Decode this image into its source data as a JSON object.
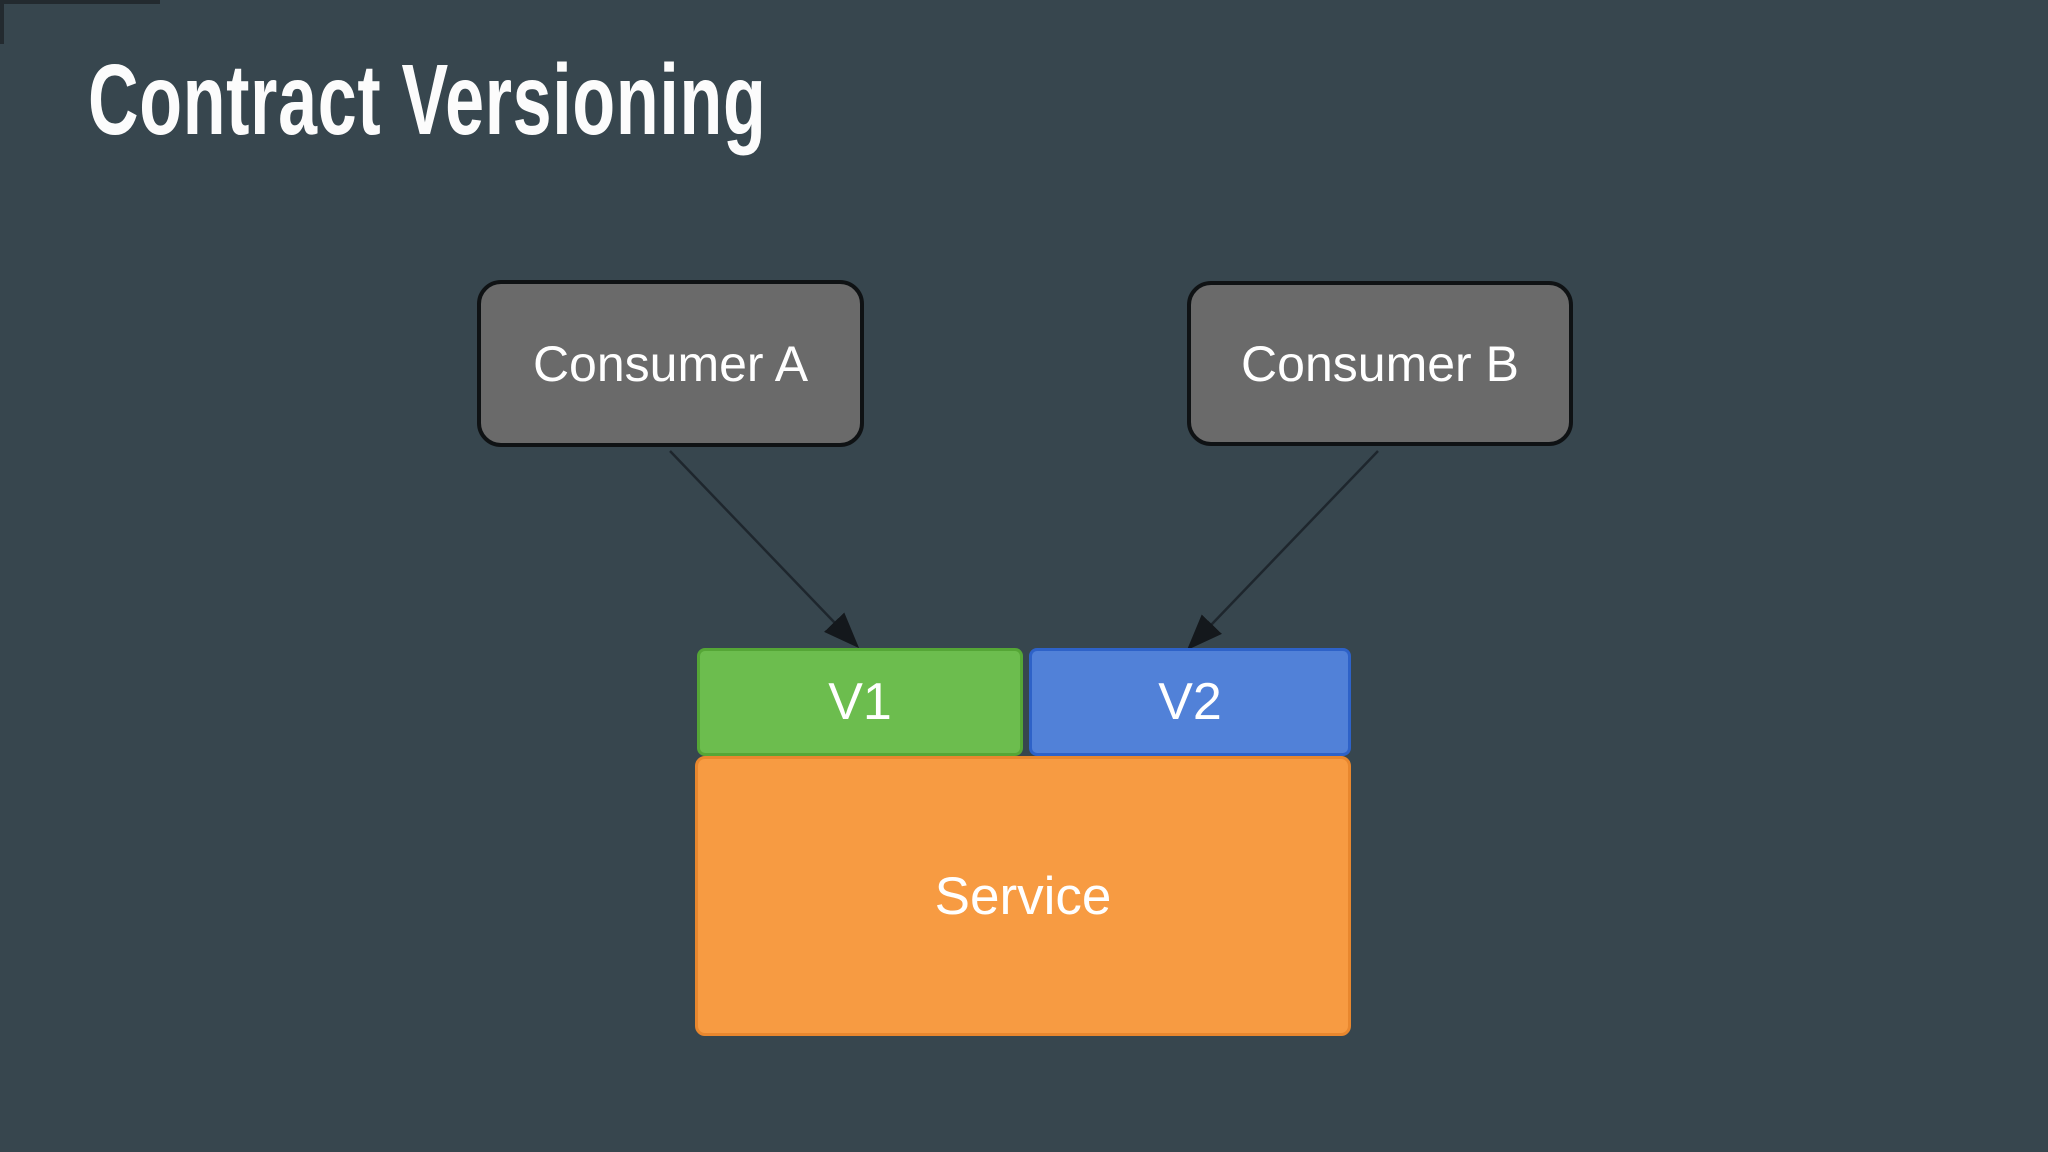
{
  "slide": {
    "title": "Contract Versioning",
    "background_color": "#37464e",
    "title_color": "#fcfcfc"
  },
  "diagram": {
    "nodes": {
      "consumer_a": {
        "label": "Consumer A",
        "fill": "#6a6a6a",
        "border_color": "#0f1214",
        "text_color": "#ffffff"
      },
      "consumer_b": {
        "label": "Consumer B",
        "fill": "#6a6a6a",
        "border_color": "#0f1214",
        "text_color": "#ffffff"
      },
      "v1": {
        "label": "V1",
        "fill": "#6cbd4e",
        "border_color": "#55a636",
        "text_color": "#ffffff"
      },
      "v2": {
        "label": "V2",
        "fill": "#5181d8",
        "border_color": "#2e62c8",
        "text_color": "#ffffff"
      },
      "service": {
        "label": "Service",
        "fill": "#f79b42",
        "border_color": "#e8872e",
        "text_color": "#ffffff"
      }
    },
    "edges": [
      {
        "from": "Consumer A",
        "to": "V1"
      },
      {
        "from": "Consumer B",
        "to": "V2"
      }
    ],
    "arrow_line_color": "#1e262d",
    "arrowhead_color": "#14181c"
  }
}
